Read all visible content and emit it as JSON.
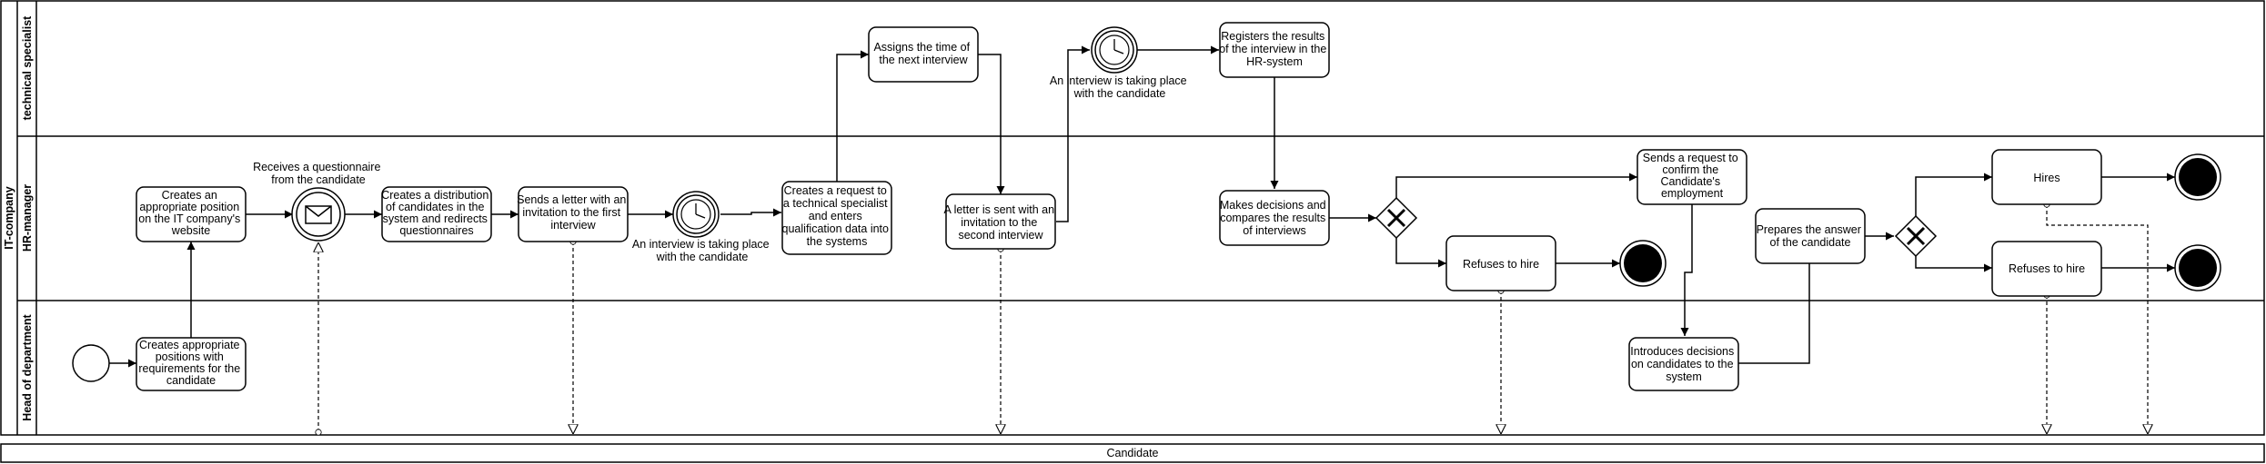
{
  "pool": {
    "title": "IT-company",
    "lanes": [
      {
        "id": "tech",
        "title": "technical specialist"
      },
      {
        "id": "hr",
        "title": "HR-manager"
      },
      {
        "id": "head",
        "title": "Head of department"
      }
    ]
  },
  "candidate_pool": {
    "title": "Candidate"
  },
  "tasks": {
    "t_head1": [
      "Creates appropriate",
      "positions with",
      "requirements for the",
      "candidate"
    ],
    "t_hr1": [
      "Creates an",
      "appropriate position",
      "on the IT company's",
      "website"
    ],
    "t_hr2": [
      "Creates a distribution",
      "of candidates in the",
      "system and redirects",
      "questionnaires"
    ],
    "t_hr3": [
      "Sends a letter with an",
      "invitation to the first",
      "interview"
    ],
    "t_hr4": [
      "Creates a request to",
      "a technical specialist",
      "and enters",
      "qualification data into",
      "the systems"
    ],
    "t_tech1": [
      "Assigns the time of",
      "the next interview"
    ],
    "t_hr5": [
      "A letter is sent with an",
      "invitation to the",
      "second interview"
    ],
    "t_tech2": [
      "Registers the results",
      "of the interview in the",
      "HR-system"
    ],
    "t_hr6": [
      "Makes decisions and",
      "compares the results",
      "of interviews"
    ],
    "t_hr7": [
      "Refuses to hire"
    ],
    "t_hr8": [
      "Sends a request to",
      "confirm the",
      "Candidate's",
      "employment"
    ],
    "t_head2": [
      "Introduces decisions",
      "on candidates to the",
      "system"
    ],
    "t_hr9": [
      "Prepares the answer",
      "of the candidate"
    ],
    "t_hr10": [
      "Hires"
    ],
    "t_hr11": [
      "Refuses to hire"
    ]
  },
  "events": {
    "msg_label": [
      "Receives a questionnaire",
      "from the candidate"
    ],
    "timer1_label": [
      "An interview is taking place",
      "with the candidate"
    ],
    "timer2_label": [
      "An interview is taking place",
      "with the candidate"
    ]
  },
  "colors": {
    "stroke": "#000000",
    "fill": "#ffffff"
  }
}
